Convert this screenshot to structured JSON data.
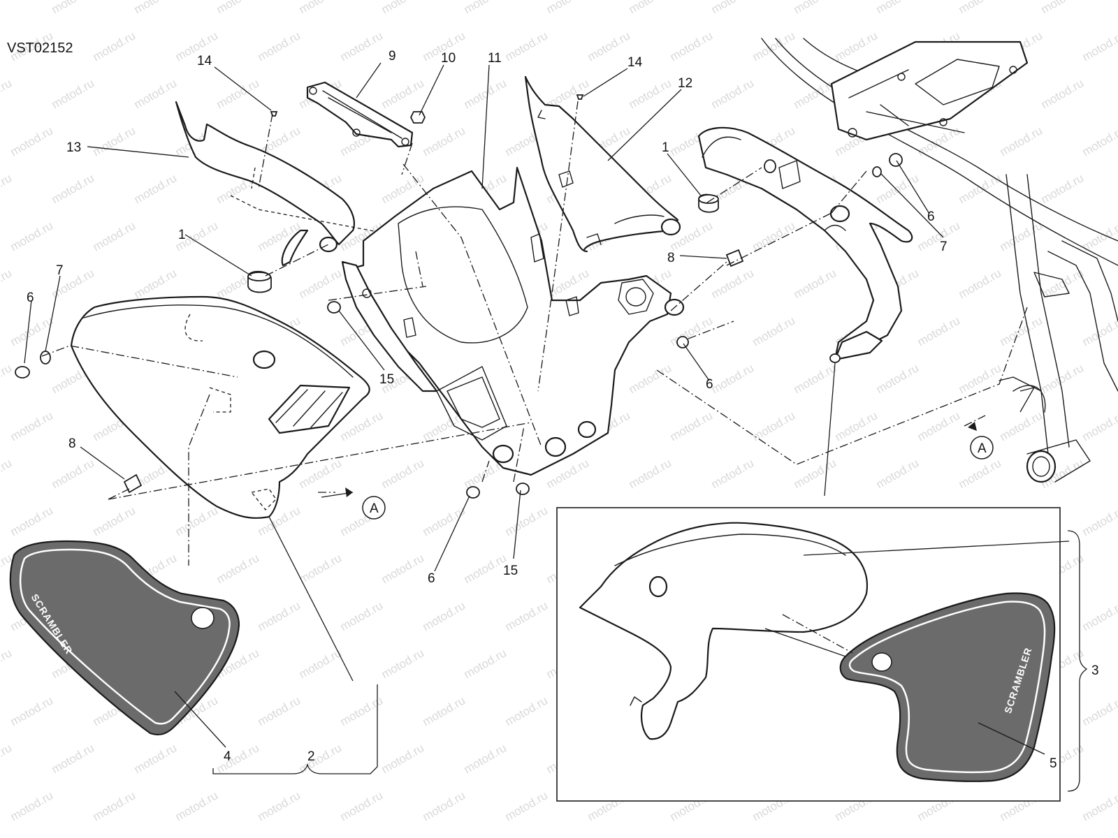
{
  "drawing_code": "VST02152",
  "watermark_text": "motod.ru",
  "decal_brand": "SCRAMBLER",
  "callouts": [
    "14",
    "9",
    "10",
    "11",
    "14",
    "12",
    "13",
    "1",
    "1",
    "6",
    "7",
    "8",
    "7",
    "6",
    "15",
    "6",
    "8",
    "6",
    "15",
    "4",
    "2",
    "3",
    "5"
  ],
  "view_refs": [
    "A",
    "A"
  ]
}
